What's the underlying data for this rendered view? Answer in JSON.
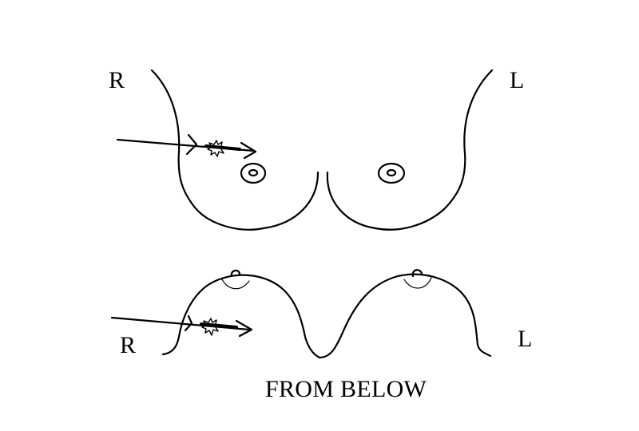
{
  "diagram": {
    "top_view": {
      "right_label": "R",
      "left_label": "L"
    },
    "bottom_view": {
      "right_label": "R",
      "left_label": "L",
      "caption": "FROM BELOW"
    }
  },
  "colors": {
    "stroke": "#000000",
    "background": "#ffffff"
  },
  "icons": {
    "needle": "arrow-needle-icon",
    "lesion": "starburst-lesion-icon"
  }
}
